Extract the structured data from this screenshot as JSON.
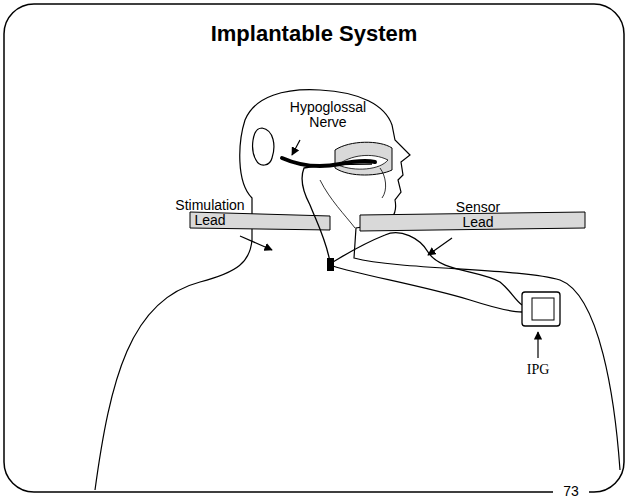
{
  "diagram": {
    "title": "Implantable System",
    "labels": [
      "Hypoglossal Nerve",
      "Stimulation Lead",
      "Sensor Lead",
      "IPG",
      "73"
    ]
  }
}
